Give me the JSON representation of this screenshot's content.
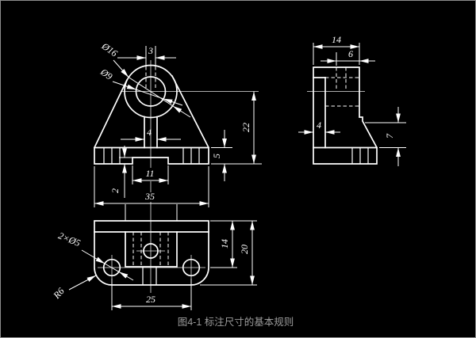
{
  "canvas": {
    "background": "#000000",
    "line_color": "#ffffff",
    "border_color": "#8d8d8d"
  },
  "caption": {
    "label": "图4-1  标注尺寸的基本规则",
    "color": "#9c9c9c"
  },
  "front_view": {
    "labels": {
      "slot_width": "3",
      "boss_diameter": "Ø16",
      "hole_diameter": "Ø9",
      "stem_width": "4",
      "base_height": "5",
      "center_height": "22",
      "notch_width": "11",
      "notch_depth": "2",
      "base_width": "35"
    }
  },
  "side_view": {
    "labels": {
      "depth": "14",
      "slot_offset": "6",
      "wall_thickness": "4",
      "step_height": "7"
    }
  },
  "bottom_view": {
    "labels": {
      "hole_note": "2×Ø5",
      "corner_radius": "R6",
      "hole_spacing": "25",
      "front_to_center": "14",
      "plate_depth": "20"
    }
  }
}
